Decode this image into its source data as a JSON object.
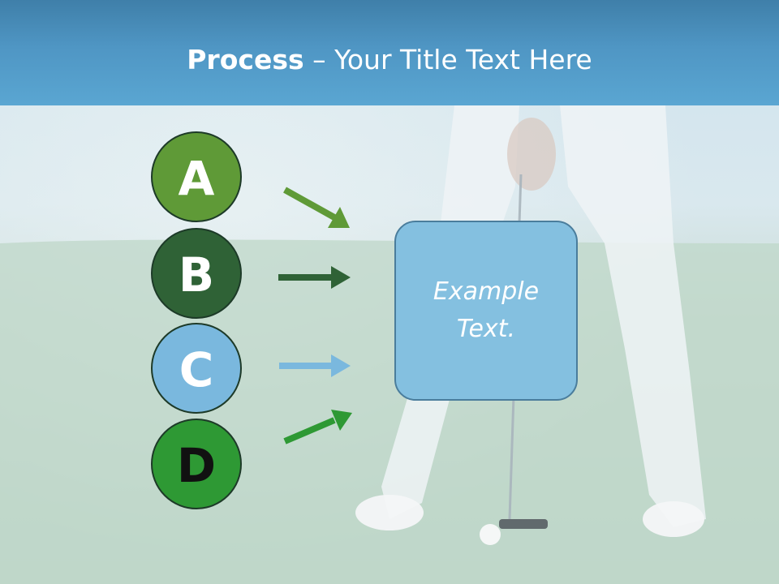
{
  "title": {
    "bold": "Process",
    "rest": " – Your Title Text Here"
  },
  "steps": [
    {
      "letter": "A",
      "color": "#5f9a37",
      "text_color": "#ffffff",
      "arrow_color": "#5f9a37"
    },
    {
      "letter": "B",
      "color": "#2f6236",
      "text_color": "#ffffff",
      "arrow_color": "#2f6236"
    },
    {
      "letter": "C",
      "color": "#7ab8de",
      "text_color": "#ffffff",
      "arrow_color": "#7ab8de"
    },
    {
      "letter": "D",
      "color": "#2e9934",
      "text_color": "#111111",
      "arrow_color": "#2e9934"
    }
  ],
  "box": {
    "text": "Example Text."
  },
  "colors": {
    "title_bar": "#4f96c4",
    "box_fill": "#84c0e0",
    "box_border": "#4a7d9c"
  }
}
